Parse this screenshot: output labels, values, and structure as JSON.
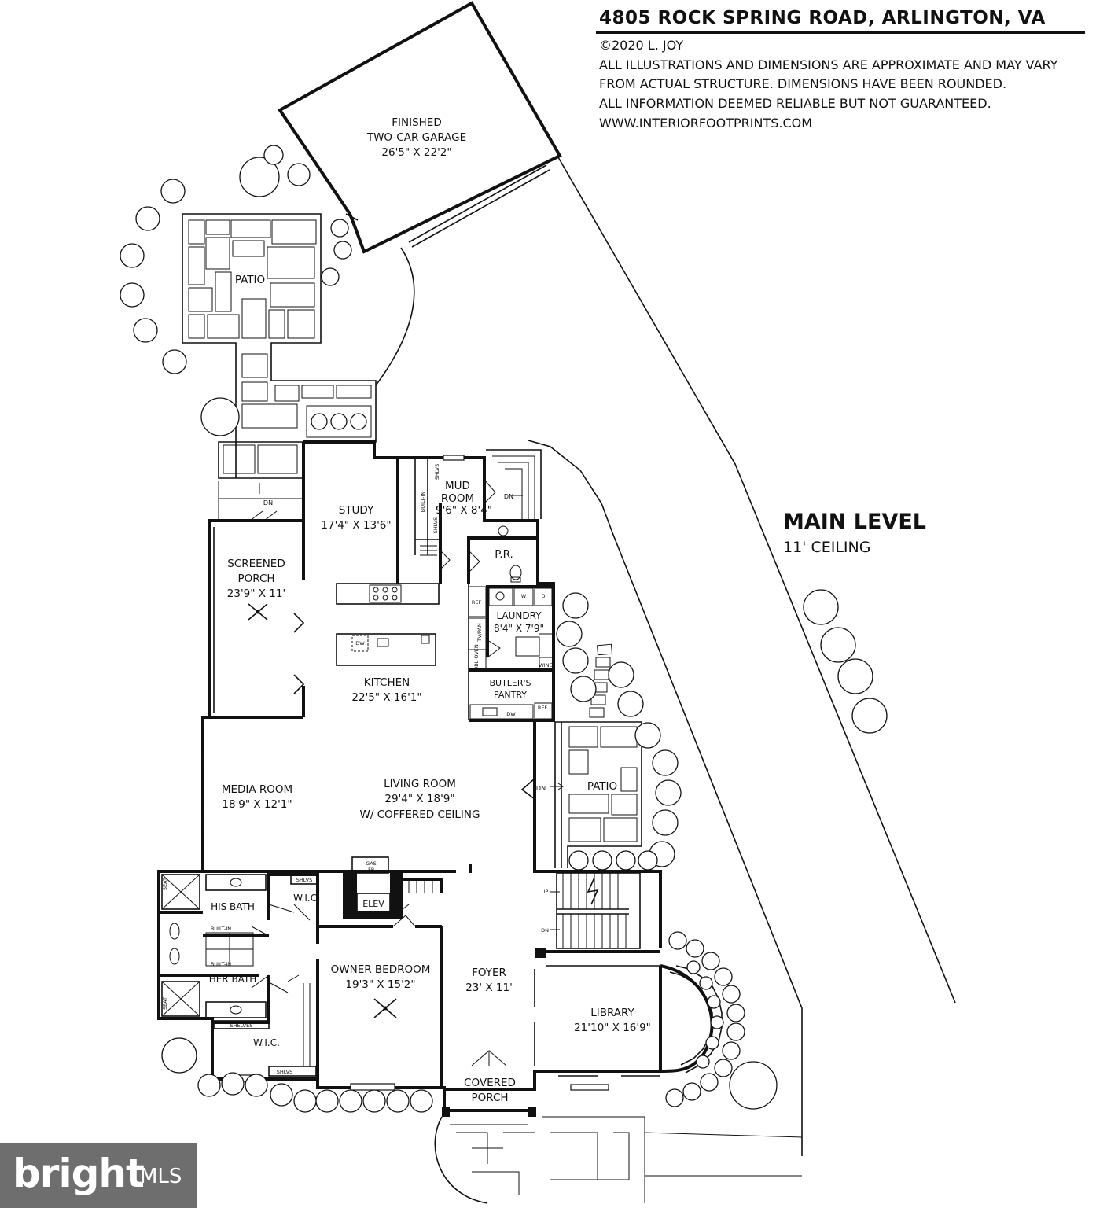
{
  "header": {
    "address": "4805 ROCK SPRING ROAD, ARLINGTON, VA",
    "copyright": "©2020 L. JOY",
    "disclaimer_1": "ALL ILLUSTRATIONS AND DIMENSIONS ARE APPROXIMATE AND MAY VARY",
    "disclaimer_2": "FROM ACTUAL STRUCTURE. DIMENSIONS HAVE BEEN ROUNDED.",
    "disclaimer_3": "ALL INFORMATION DEEMED RELIABLE BUT NOT GUARANTEED.",
    "website": "WWW.INTERIORFOOTPRINTS.COM"
  },
  "level": {
    "name": "MAIN LEVEL",
    "ceiling": "11' CEILING"
  },
  "rooms": {
    "garage": [
      "FINISHED",
      "TWO-CAR GARAGE",
      "26'5\" X 22'2\""
    ],
    "patio_north": "PATIO",
    "study": [
      "STUDY",
      "17'4\" X 13'6\""
    ],
    "mud_room": [
      "MUD",
      "ROOM",
      "9'6\" X 8'4\""
    ],
    "powder_room": "P.R.",
    "screened_porch": [
      "SCREENED",
      "PORCH",
      "23'9\" X 11'"
    ],
    "laundry": [
      "LAUNDRY",
      "8'4\" X 7'9\""
    ],
    "kitchen": [
      "KITCHEN",
      "22'5\" X 16'1\""
    ],
    "butlers_pantry": [
      "BUTLER'S",
      "PANTRY"
    ],
    "media_room": [
      "MEDIA ROOM",
      "18'9\" X 12'1\""
    ],
    "living_room": [
      "LIVING ROOM",
      "29'4\" X 18'9\"",
      "W/ COFFERED CEILING"
    ],
    "patio_east": "PATIO",
    "his_bath": "HIS BATH",
    "her_bath": "HER BATH",
    "wic_upper": "W.I.C.",
    "wic_lower": "W.I.C.",
    "elevator": "ELEV",
    "owner_bedroom": [
      "OWNER BEDROOM",
      "19'3\" X 15'2\""
    ],
    "foyer": [
      "FOYER",
      "23' X 11'"
    ],
    "library": [
      "LIBRARY",
      "21'10\" X 16'9\""
    ],
    "covered_porch": [
      "COVERED",
      "PORCH"
    ]
  },
  "fixtures": {
    "dn": "DN",
    "up": "UP",
    "shlvs": "SHLVS",
    "built_in": "BUILT-IN",
    "shelves": "SHELVES",
    "seat": "SEAT",
    "ref": "REF",
    "tv_pan": "TV/PAN",
    "dbl_oven": "DBL OVEN",
    "dw": "DW",
    "wine": "WINE",
    "washer": "W",
    "dryer": "D",
    "gas_fp": [
      "GAS",
      "FP"
    ]
  },
  "watermark": {
    "brand": "bright",
    "suffix": "MLS"
  }
}
